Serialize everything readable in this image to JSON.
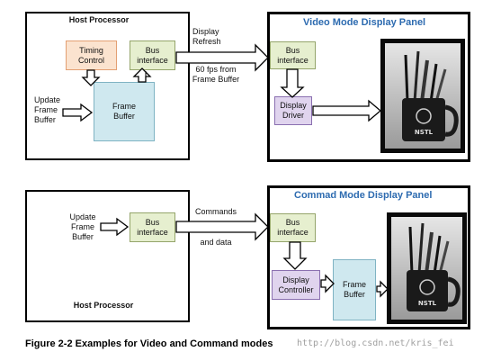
{
  "top": {
    "host_title": "Host Processor",
    "timing_control": "Timing Control",
    "bus_interface_left": "Bus interface",
    "frame_buffer_left": "Frame Buffer",
    "update_frame_buffer": "Update Frame Buffer",
    "display_refresh": "Display Refresh",
    "fps_note": "60 fps from Frame Buffer",
    "panel_title": "Video Mode Display Panel",
    "bus_interface_right": "Bus interface",
    "display_driver": "Display Driver"
  },
  "bottom": {
    "update_frame_buffer": "Update Frame Buffer",
    "bus_interface_left": "Bus interface",
    "host_processor": "Host Processor",
    "commands": "Commands",
    "and_data": "and data",
    "panel_title": "Commad Mode Display Panel",
    "bus_interface_right": "Bus interface",
    "display_controller": "Display Controller",
    "frame_buffer_right": "Frame Buffer"
  },
  "caption": "Figure 2-2  Examples for Video and Command modes",
  "watermark_url": "http://blog.csdn.net/kris_fei",
  "mug_logo": "NSTL",
  "colors": {
    "title_blue": "#2d6bb0",
    "bus_green": "#e6efcf",
    "timing_orange": "#fbe3cf",
    "buffer_blue": "#cfe8ef",
    "driver_purple": "#e0d4ee"
  }
}
